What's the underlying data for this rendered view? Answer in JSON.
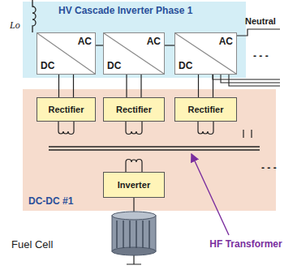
{
  "diagram": {
    "nodes": [
      {
        "text": [
          "HV Cascade Inverter Phase 1"
        ]
      },
      {
        "text": [
          "DC",
          "AC"
        ],
        "in": 0
      },
      {
        "text": [
          "DC",
          "AC"
        ],
        "in": 0
      },
      {
        "text": [
          "DC",
          "AC"
        ],
        "in": 0
      },
      {
        "text": [
          "DC-DC #1"
        ]
      },
      {
        "text": [
          "Rectifier"
        ],
        "in": 4
      },
      {
        "text": [
          "Rectifier"
        ],
        "in": 4
      },
      {
        "text": [
          "Rectifier"
        ],
        "in": 4
      },
      {
        "text": [
          "Inverter"
        ],
        "in": 4
      }
    ],
    "edges": [
      {
        "from": 1,
        "to": 2,
        "arrow": "none"
      },
      {
        "from": 2,
        "to": 3,
        "arrow": "none"
      },
      {
        "from": 1,
        "to": 5,
        "arrow": "none"
      },
      {
        "from": 2,
        "to": 6,
        "arrow": "none"
      },
      {
        "from": 3,
        "to": 7,
        "arrow": "none"
      }
    ],
    "labels": [
      "Lo",
      "Neutral",
      "- - -",
      "- - -",
      "Fuel Cell",
      "HF Transformer"
    ]
  }
}
